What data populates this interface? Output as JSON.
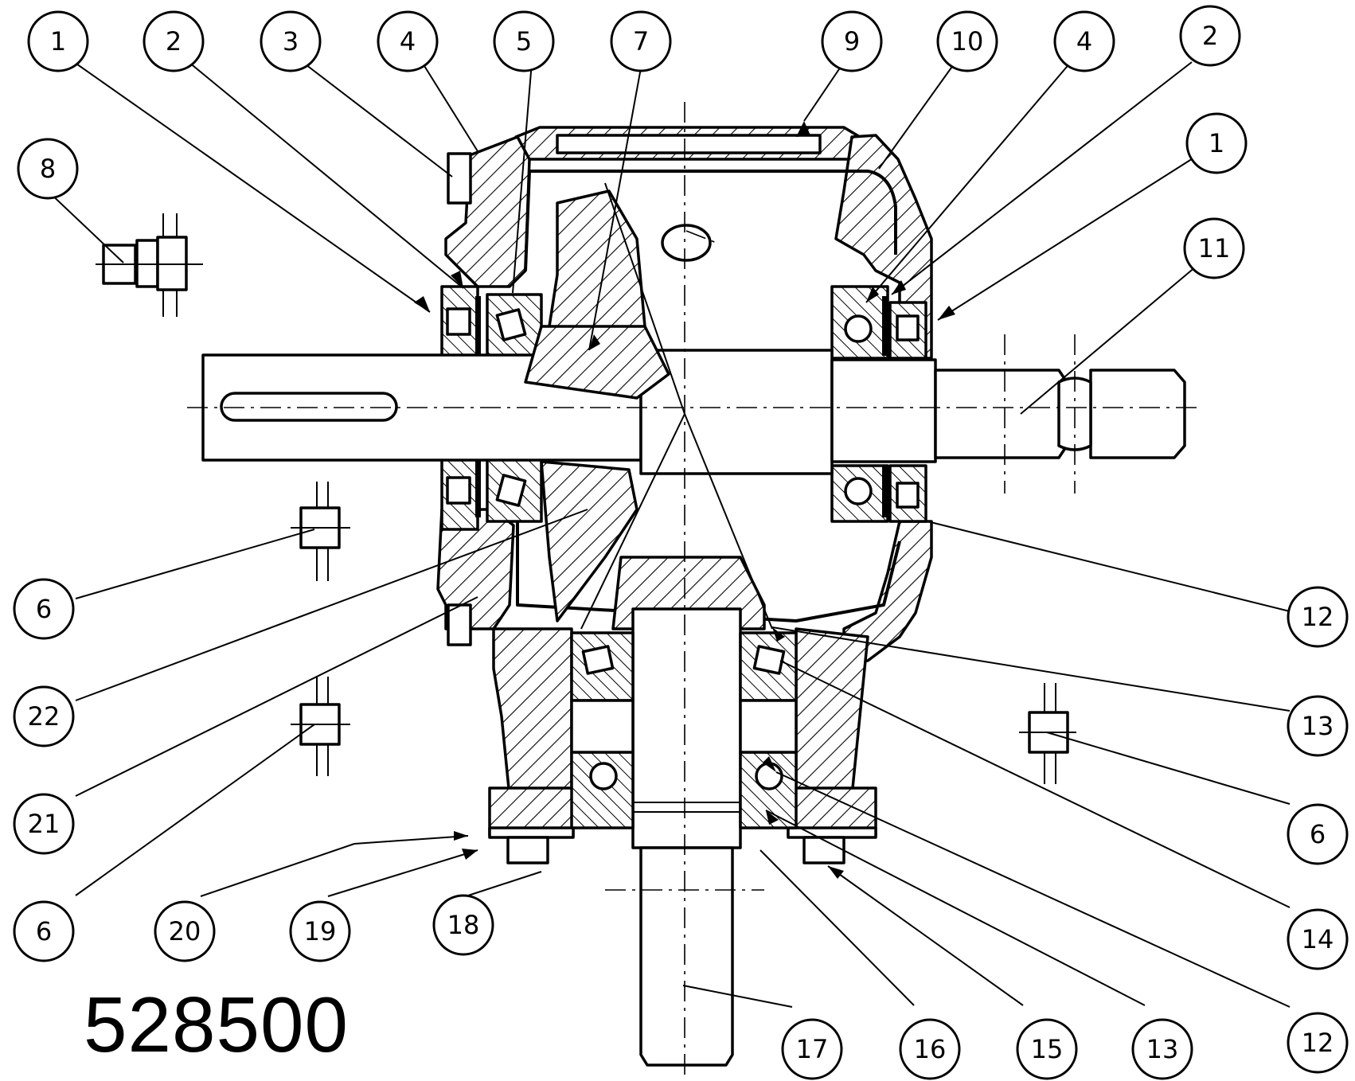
{
  "drawing_number": "528500",
  "callouts": [
    {
      "id": "c1a",
      "label": "1"
    },
    {
      "id": "c2a",
      "label": "2"
    },
    {
      "id": "c3",
      "label": "3"
    },
    {
      "id": "c4a",
      "label": "4"
    },
    {
      "id": "c5",
      "label": "5"
    },
    {
      "id": "c7",
      "label": "7"
    },
    {
      "id": "c9",
      "label": "9"
    },
    {
      "id": "c10",
      "label": "10"
    },
    {
      "id": "c4b",
      "label": "4"
    },
    {
      "id": "c2b",
      "label": "2"
    },
    {
      "id": "c1b",
      "label": "1"
    },
    {
      "id": "c8",
      "label": "8"
    },
    {
      "id": "c11",
      "label": "11"
    },
    {
      "id": "c6a",
      "label": "6"
    },
    {
      "id": "c12a",
      "label": "12"
    },
    {
      "id": "c22",
      "label": "22"
    },
    {
      "id": "c13a",
      "label": "13"
    },
    {
      "id": "c21",
      "label": "21"
    },
    {
      "id": "c6b",
      "label": "6"
    },
    {
      "id": "c6c",
      "label": "6"
    },
    {
      "id": "c20",
      "label": "20"
    },
    {
      "id": "c19",
      "label": "19"
    },
    {
      "id": "c18",
      "label": "18"
    },
    {
      "id": "c14",
      "label": "14"
    },
    {
      "id": "c17",
      "label": "17"
    },
    {
      "id": "c16",
      "label": "16"
    },
    {
      "id": "c15",
      "label": "15"
    },
    {
      "id": "c13b",
      "label": "13"
    },
    {
      "id": "c12b",
      "label": "12"
    }
  ]
}
